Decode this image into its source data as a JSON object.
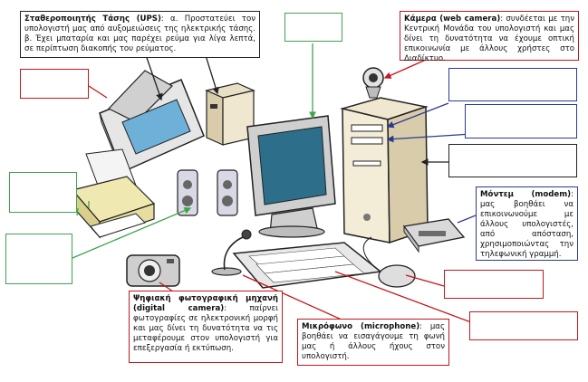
{
  "labels": {
    "ups": {
      "term": "Σταθεροποιητής Τάσης (UPS)",
      "text": ": α. Προστατεύει τον υπολογιστή μας από αυξομειώσεις της ηλεκτρικής τάσης. β. Έχει μπαταρία και μας παρέχει ρεύμα για λίγα λεπτά, σε περίπτωση διακοπής του ρεύματος."
    },
    "camera": {
      "term": "Κάμερα (web camera)",
      "text": ": συνδέεται με την Κεντρική Μονάδα του υπολογιστή και μας δίνει τη δυνατότητα να έχουμε οπτική επικοινωνία με άλλους χρήστες στο Διαδίκτυο."
    },
    "modem": {
      "term": "Μόντεμ (modem)",
      "text": ": μας βοηθάει να επικοινωνούμε με άλλους υπολογιστές, από απόσταση, χρησιμοποιώντας την τηλεφωνική γραμμή."
    },
    "digital_camera": {
      "term": "Ψηφιακή φωτογραφική μηχανή (digital camera)",
      "text": ": παίρνει φωτογραφίες σε ηλεκτρονική μορφή και μας δίνει τη δυνατότητα να τις μεταφέρουμε στον υπολογιστή για επεξεργασία ή εκτύπωση."
    },
    "microphone": {
      "term": "Μικρόφωνο (microphone)",
      "text": ": μας βοηθάει να εισαγάγουμε τη φωνή μας ή άλλους ήχους στον υπολογιστή."
    }
  },
  "colors": {
    "red": "#c4161c",
    "green": "#3fa34d",
    "blue": "#2b3a8f",
    "black": "#222222"
  }
}
